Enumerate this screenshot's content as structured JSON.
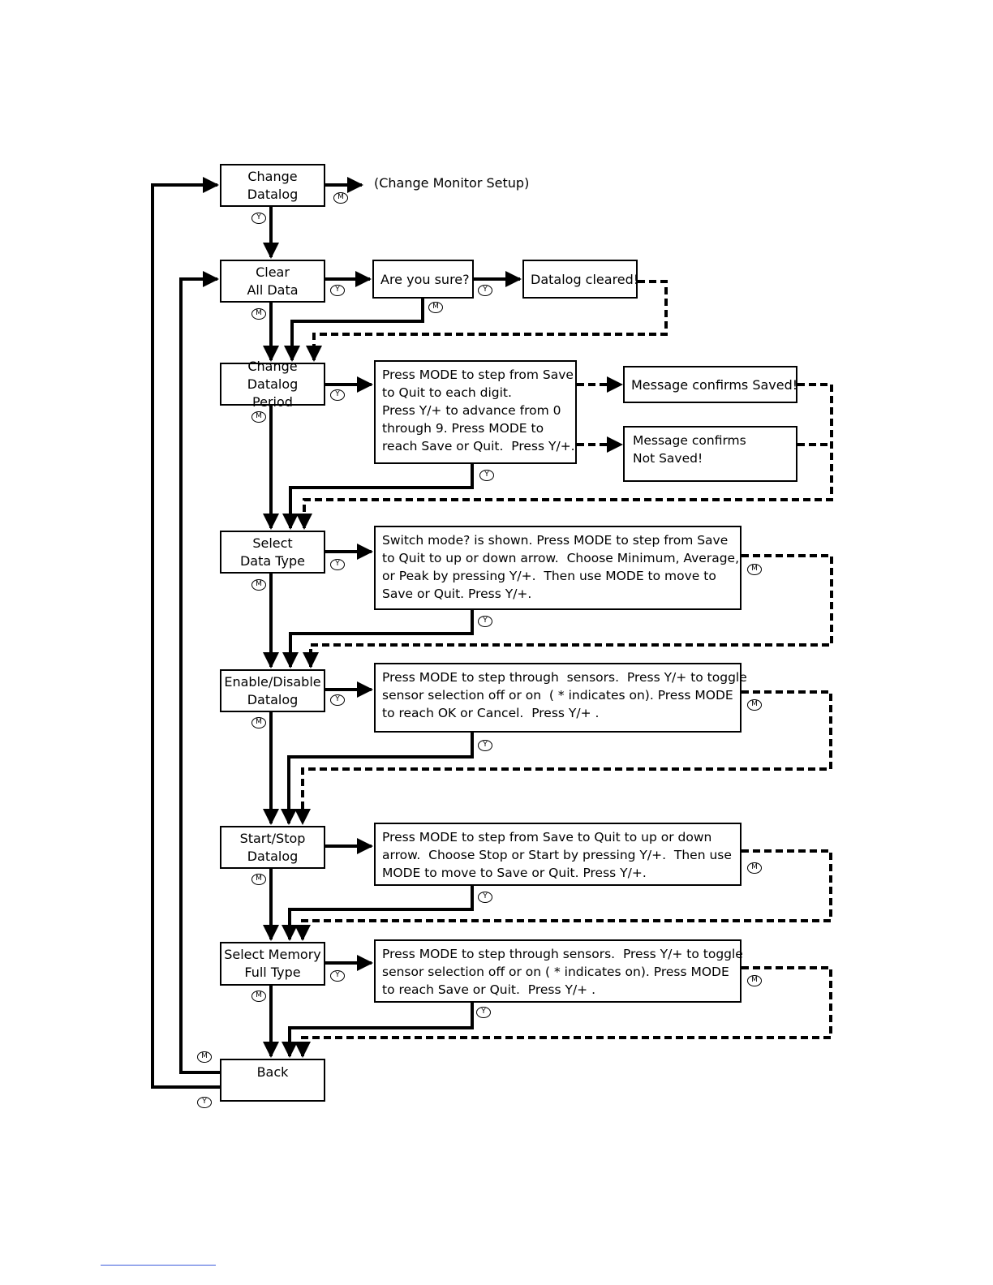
{
  "menu": {
    "change_datalog": [
      "Change",
      "Datalog"
    ],
    "clear_all_data": [
      "Clear",
      "All Data"
    ],
    "change_datalog_period": [
      "Change Datalog",
      "Period"
    ],
    "select_data_type": [
      "Select",
      "Data Type"
    ],
    "enable_disable_datalog": [
      "Enable/Disable",
      "Datalog"
    ],
    "start_stop_datalog": [
      "Start/Stop",
      "Datalog"
    ],
    "select_memory_full_type": [
      "Select Memory",
      "Full Type"
    ],
    "back": [
      "Back"
    ]
  },
  "external_target": "(Change Monitor Setup)",
  "confirm": {
    "are_you_sure": "Are you sure?",
    "datalog_cleared": "Datalog cleared!",
    "saved": "Message confirms Saved!",
    "not_saved": [
      "Message confirms",
      "Not Saved!"
    ]
  },
  "instructions": {
    "period": [
      "Press MODE to step from Save",
      "to Quit to each digit.",
      "Press Y/+ to advance from 0",
      "through 9. Press MODE to",
      "reach Save or Quit.  Press Y/+."
    ],
    "data_type": [
      "Switch mode? is shown. Press MODE to step from Save",
      "to Quit to up or down arrow.  Choose Minimum, Average,",
      "or Peak by pressing Y/+.  Then use MODE to move to",
      "Save or Quit. Press Y/+."
    ],
    "enable_disable": [
      "Press MODE to step through  sensors.  Press Y/+ to toggle",
      "sensor selection off or on  ( * indicates on). Press MODE",
      "to reach OK or Cancel.  Press Y/+ ."
    ],
    "start_stop": [
      "Press MODE to step from Save to Quit to up or down",
      "arrow.  Choose Stop or Start by pressing Y/+.  Then use",
      "MODE to move to Save or Quit. Press Y/+."
    ],
    "memory_full": [
      "Press MODE to step through sensors.  Press Y/+ to toggle",
      "sensor selection off or on ( * indicates on). Press MODE",
      "to reach Save or Quit.  Press Y/+ ."
    ]
  },
  "keys": {
    "mode": "M",
    "yes": "Y"
  }
}
